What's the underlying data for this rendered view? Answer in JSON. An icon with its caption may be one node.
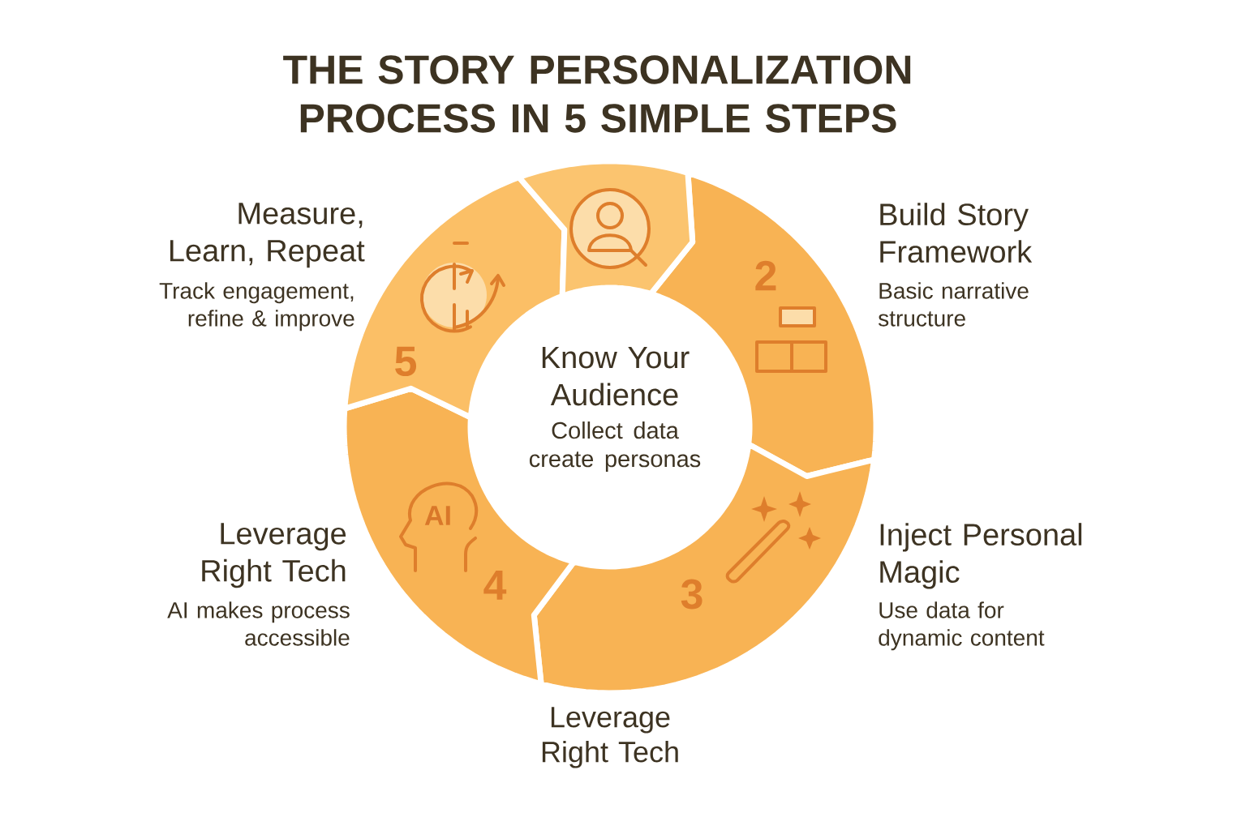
{
  "diagram": {
    "title": "THE STORY PERSONALIZATION PROCESS IN 5 SIMPLE STEPS",
    "nodes": [
      {
        "text": [],
        "shape": "segment"
      },
      {
        "text": [
          "2"
        ],
        "beside": [
          "Build Story Framework",
          "Basic narrative structure"
        ]
      },
      {
        "text": [
          "3"
        ],
        "beside": [
          "Inject Personal Magic",
          "Use data for dynamic content"
        ]
      },
      {
        "text": [
          "4"
        ],
        "beside": [
          "Leverage Right Tech",
          "AI makes process accessible"
        ]
      },
      {
        "text": [
          "5"
        ],
        "beside": [
          "Measure, Learn, Repeat",
          "Track engagement, refine & improve"
        ]
      },
      {
        "text": [
          "Know Your Audience",
          "Collect data create personas"
        ]
      }
    ],
    "labels": [
      "AI",
      "Leverage Right Tech"
    ]
  }
}
